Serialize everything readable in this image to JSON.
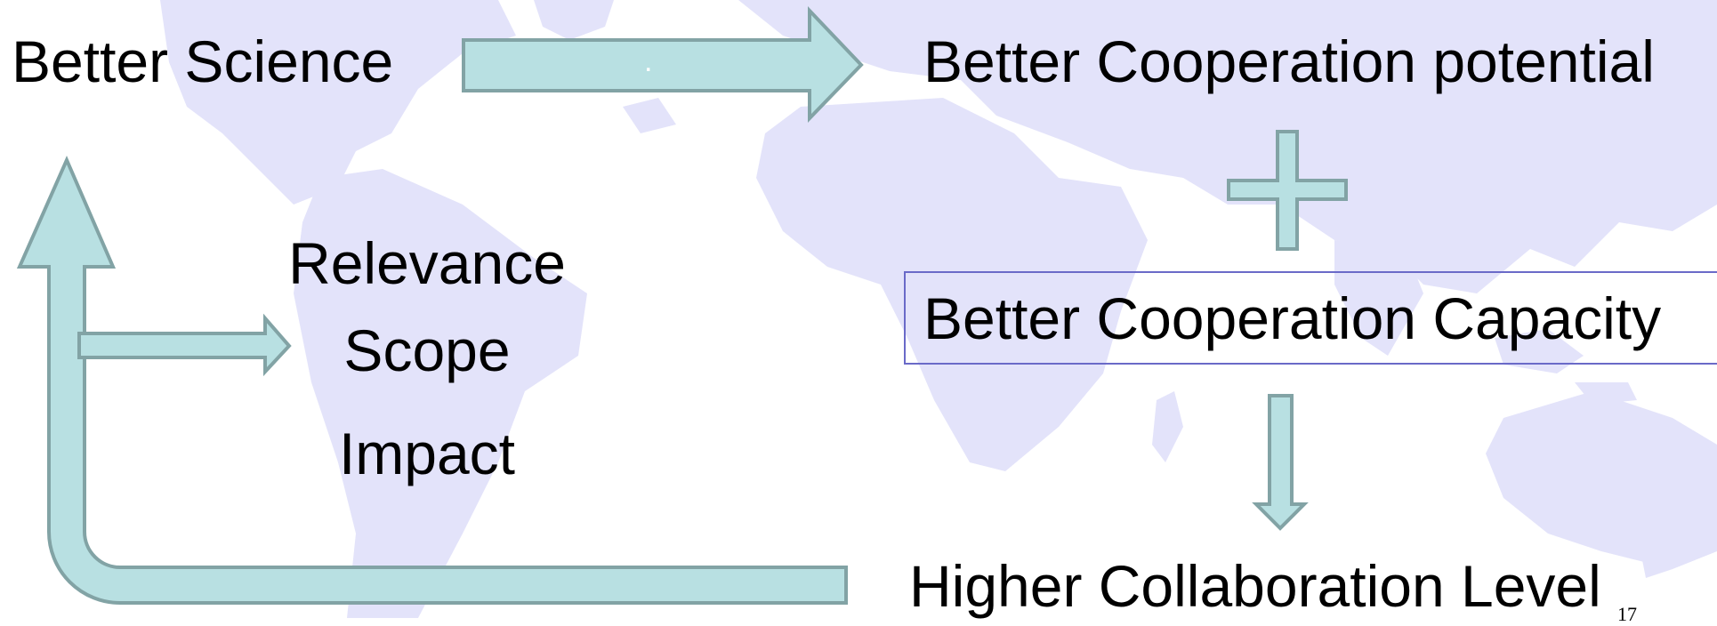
{
  "diagram": {
    "nodes": {
      "better_science": "Better Science",
      "better_cooperation_potential": "Better Cooperation potential",
      "better_cooperation_capacity": "Better Cooperation Capacity",
      "higher_collaboration_level": "Higher Collaboration Level"
    },
    "factors": [
      "Relevance",
      "Scope",
      "Impact"
    ],
    "arrow_dot": ".",
    "page_number": "17"
  },
  "colors": {
    "arrow_fill": "#b8e0e2",
    "arrow_stroke": "#82a3a5",
    "map_fill": "#e3e3fa",
    "box_border": "#6a6ac8"
  },
  "icons": {
    "plus": "plus-icon",
    "world_map": "world-map-background"
  }
}
